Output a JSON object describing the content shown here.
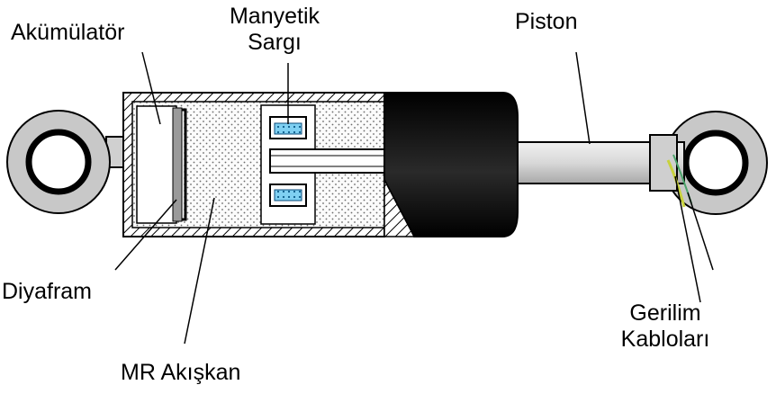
{
  "labels": {
    "accumulator": "Akümülatör",
    "magnetic_coil_line1": "Manyetik",
    "magnetic_coil_line2": "Sargı",
    "piston": "Piston",
    "diaphragm": "Diyafram",
    "mr_fluid": "MR Akışkan",
    "voltage_cables_line1": "Gerilim",
    "voltage_cables_line2": "Kabloları"
  },
  "colors": {
    "outline": "#000000",
    "eye_ring": "#c8c8c8",
    "black_cylinder": "#1a1a1a",
    "piston_rod": "#d4d4d4",
    "fluid_background": "#f7f7f7",
    "coil": "#1e90c8",
    "cable": "#c8d23c"
  }
}
